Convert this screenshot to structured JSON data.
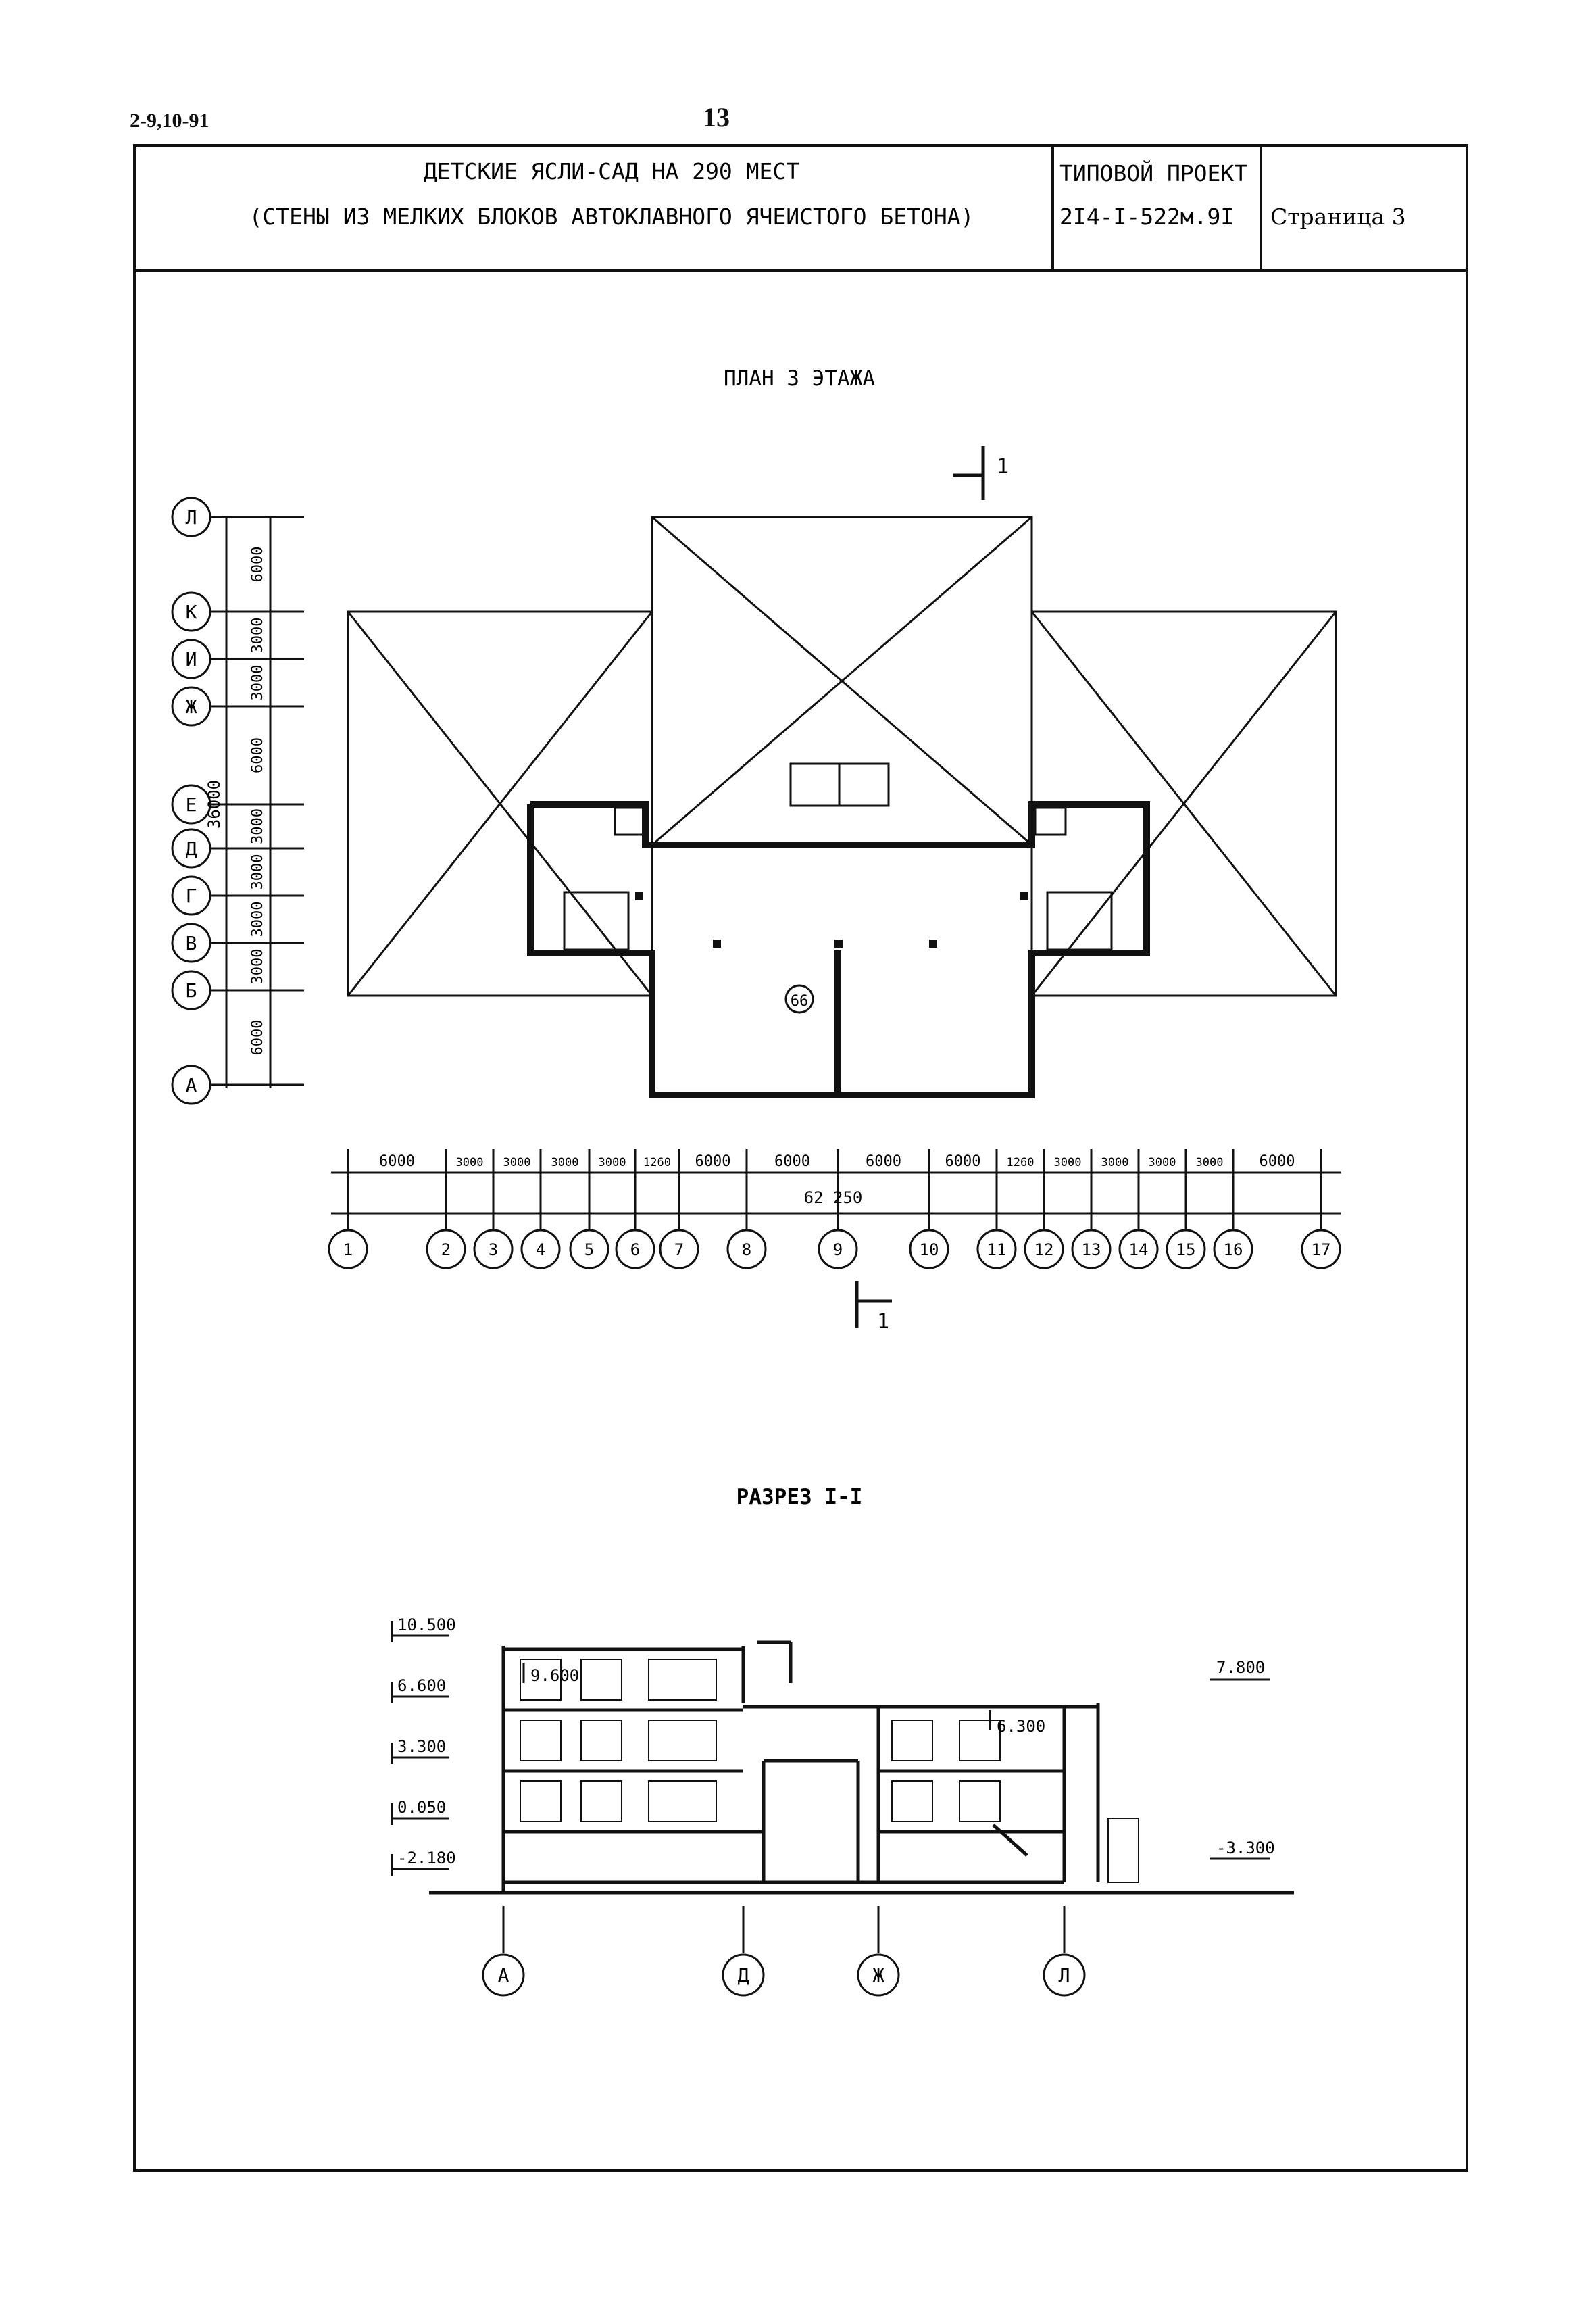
{
  "header": {
    "sheet_code": "2-9,10-91",
    "page_number": "13",
    "title_line1": "ДЕТСКИЕ ЯСЛИ-САД НА 290 МЕСТ",
    "title_line2": "(СТЕНЫ ИЗ МЕЛКИХ БЛОКОВ АВТОКЛАВНОГО ЯЧЕИСТОГО БЕТОНА)",
    "project_label": "ТИПОВОЙ ПРОЕКТ",
    "project_code": "2I4-I-522м.9I",
    "page_label": "Страница 3"
  },
  "plan": {
    "title": "ПЛАН 3 ЭТАЖА",
    "section_mark": "1",
    "room_number": "66",
    "row_axes": [
      "Л",
      "К",
      "И",
      "Ж",
      "Е",
      "Д",
      "Г",
      "В",
      "Б",
      "А"
    ],
    "row_dims": [
      "6000",
      "3000",
      "3000",
      "6000",
      "3000",
      "3000",
      "3000",
      "3000",
      "6000"
    ],
    "row_total": "36000",
    "col_axes": [
      "1",
      "2",
      "3",
      "4",
      "5",
      "6",
      "7",
      "8",
      "9",
      "10",
      "11",
      "12",
      "13",
      "14",
      "15",
      "16",
      "17"
    ],
    "col_dims": [
      "6000",
      "3000",
      "3000",
      "3000",
      "3000",
      "1260",
      "6000",
      "6000",
      "6000",
      "6000",
      "1260",
      "3000",
      "3000",
      "3000",
      "3000",
      "6000"
    ],
    "col_total": "62 250"
  },
  "section": {
    "title": "РАЗРЕЗ I-I",
    "levels_left": [
      "10.500",
      "6.600",
      "3.300",
      "0.050",
      "-2.180"
    ],
    "levels_inner": [
      "9.600",
      "6.300"
    ],
    "levels_right": [
      "7.800",
      "-3.300"
    ],
    "axes": [
      "А",
      "Д",
      "Ж",
      "Л"
    ]
  }
}
